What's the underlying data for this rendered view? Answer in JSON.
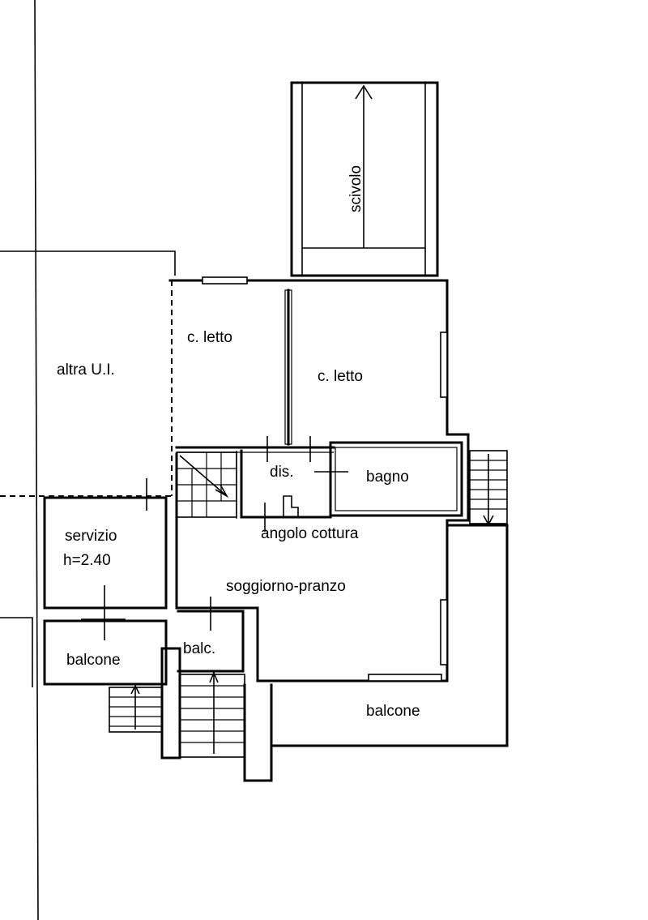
{
  "labels": {
    "altra_ui": "altra U.I.",
    "c_letto_1": "c. letto",
    "c_letto_2": "c. letto",
    "scivolo": "scivolo",
    "dis": "dis.",
    "bagno": "bagno",
    "angolo_cottura": "angolo cottura",
    "servizio": "servizio",
    "altezza": "h=2.40",
    "soggiorno_pranzo": "soggiorno-pranzo",
    "balcone_servizio": "balcone",
    "balc": "balc.",
    "balcone_principale": "balcone"
  }
}
